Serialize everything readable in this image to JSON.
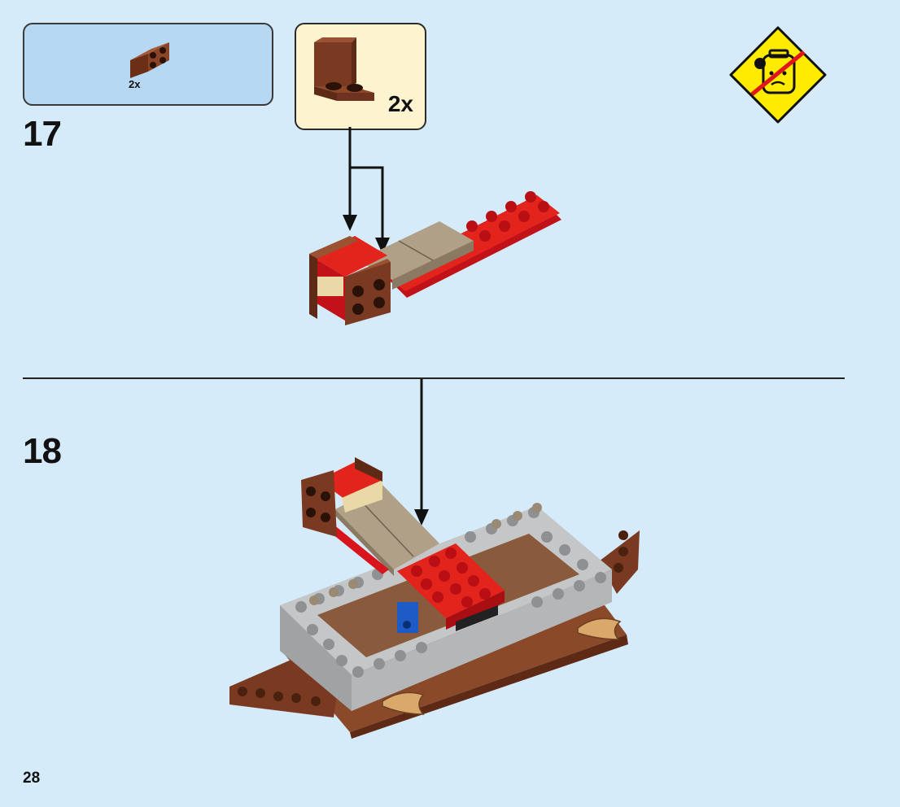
{
  "step17": {
    "number": "17",
    "parts_qty": "2x",
    "callout_qty": "2x"
  },
  "step18": {
    "number": "18"
  },
  "warning_icon": "no-choking-warning-icon",
  "page_number": "28",
  "colors": {
    "background": "#d6ebf9",
    "parts_box": "#b6d8f2",
    "callout_box": "#fdf3cf",
    "reddish_brown": "#7a3a22",
    "red": "#d8141c",
    "tan": "#b1a088",
    "grey": "#a7a9ab",
    "warning_yellow": "#ffeb00"
  }
}
